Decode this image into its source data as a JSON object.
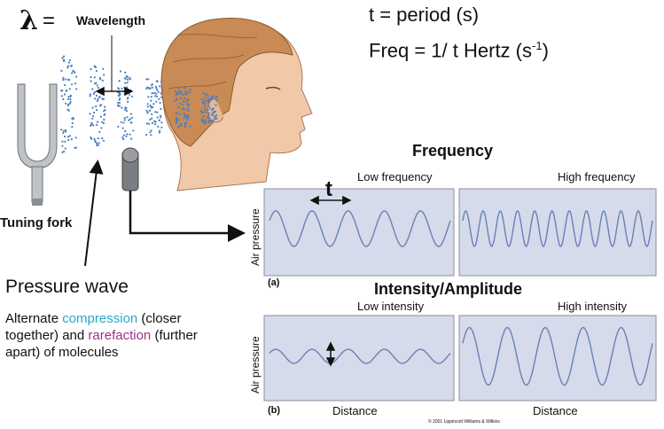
{
  "lambda_symbol": "λ",
  "lambda_equals": "=",
  "wavelength_label": "Wavelength",
  "period_text": "t = period (s)",
  "freq_main": "Freq = 1/ t Hertz (s",
  "freq_exp": "-1",
  "freq_close": ")",
  "tuning_fork_label": "Tuning fork",
  "pressure_wave": {
    "title": "Pressure wave",
    "desc_1": "Alternate ",
    "compression": "compression",
    "desc_2": " (closer together) and ",
    "rarefaction": "rarefaction",
    "desc_3": " (further apart) of molecules"
  },
  "frequency": {
    "title": "Frequency",
    "low_label": "Low frequency",
    "high_label": "High frequency",
    "t_label": "t",
    "axis_label": "Air pressure",
    "panel_tag": "(a)"
  },
  "intensity": {
    "title": "Intensity/Amplitude",
    "low_label": "Low intensity",
    "high_label": "High intensity",
    "axis_label": "Air pressure",
    "panel_tag": "(b)",
    "x_label_left": "Distance",
    "x_label_right": "Distance"
  },
  "copyright": "© 2001 Lippincott Williams & Wilkins",
  "colors": {
    "panel_bg": "#d5dbea",
    "wave": "#6a80b8",
    "dots": "#4a7fc0",
    "skin": "#f2c9a8",
    "hair": "#c98a55",
    "compression": "#2aa7c9",
    "rarefaction": "#a0308a"
  },
  "waves": {
    "low_frequency_cycles": 5,
    "high_frequency_cycles": 11,
    "low_intensity_amplitude": 0.22,
    "high_intensity_amplitude": 0.9,
    "intensity_cycles": 5
  }
}
